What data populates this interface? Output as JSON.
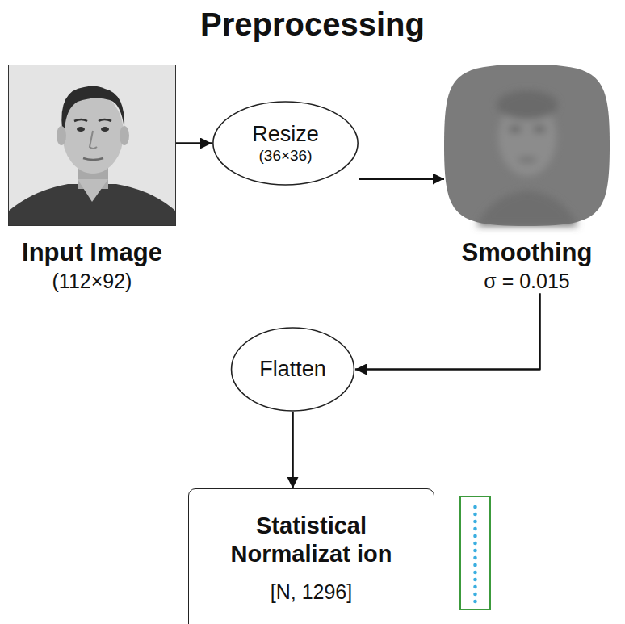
{
  "diagram": {
    "title": "Preprocessing",
    "nodes": [
      {
        "text": [
          "Input Image",
          "(112×92)"
        ]
      },
      {
        "text": [
          "Resize",
          "(36×36)"
        ]
      },
      {
        "text": [
          "Smoothing",
          "σ = 0.015"
        ]
      },
      {
        "text": [
          "Flatten"
        ]
      },
      {
        "text": [
          "Statistical Normalizat ion",
          "[N, 1296]"
        ]
      }
    ],
    "edges": [
      {
        "from": 0,
        "to": 1,
        "arrow": "to"
      },
      {
        "from": 1,
        "to": 2,
        "arrow": "to"
      },
      {
        "from": 2,
        "to": 3,
        "arrow": "to"
      },
      {
        "from": 3,
        "to": 4,
        "arrow": "to"
      }
    ]
  }
}
